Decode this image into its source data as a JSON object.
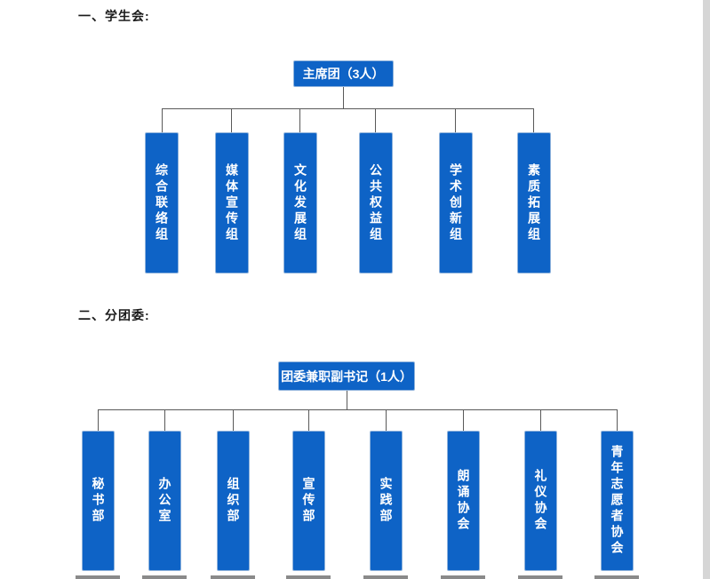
{
  "document": {
    "background": "#ffffff"
  },
  "colors": {
    "box_fill": "#0e63c6",
    "box_border": "#8fb3dc",
    "connector": "#595959",
    "box_text": "#ffffff",
    "title_text": "#1a1a1a",
    "window_edge": "#d6d6d6",
    "cropped_strip": "#8a8a8a"
  },
  "sections": [
    {
      "title": "一、学生会:",
      "root_label": "主席团（3人）",
      "children": [
        "综合联络组",
        "媒体宣传组",
        "文化发展组",
        "公共权益组",
        "学术创新组",
        "素质拓展组"
      ]
    },
    {
      "title": "二、分团委:",
      "root_label": "团委兼职副书记（1人）",
      "children": [
        "秘书部",
        "办公室",
        "组织部",
        "宣传部",
        "实践部",
        "朗诵协会",
        "礼仪协会",
        "青年志愿者协会"
      ]
    }
  ]
}
